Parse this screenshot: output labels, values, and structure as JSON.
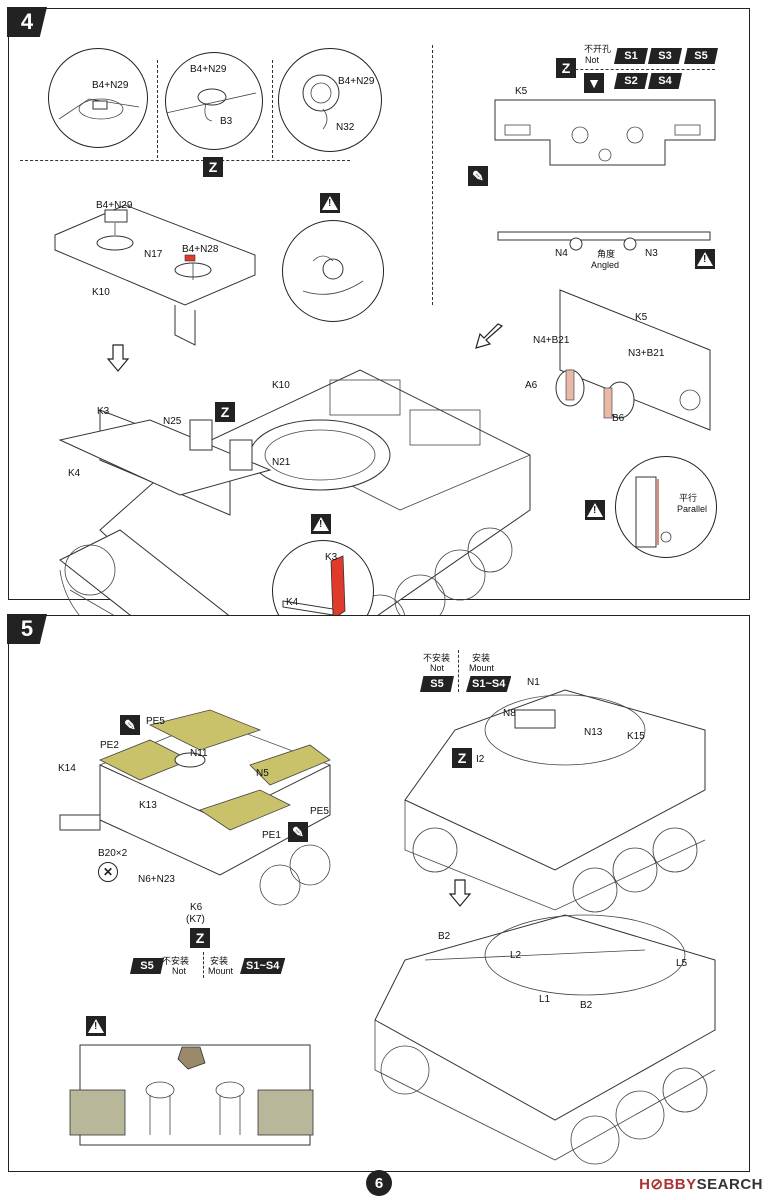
{
  "steps": [
    {
      "number": "4"
    },
    {
      "number": "5"
    }
  ],
  "page_number": "6",
  "watermark": {
    "brand": "H⊘BBY",
    "suffix": "SEARCH"
  },
  "step4": {
    "detail1_label": "B4+N29",
    "detail2_label": "B4+N29",
    "detail2_sub": "B3",
    "detail3_label": "B4+N29",
    "detail3_sub": "N32",
    "assy_labels": {
      "b4n29": "B4+N29",
      "n17": "N17",
      "b4n28": "B4+N28",
      "k10": "K10"
    },
    "main_labels": {
      "k10": "K10",
      "k3": "K3",
      "n25": "N25",
      "k4": "K4",
      "n21": "N21"
    },
    "zoom_labels": {
      "k3": "K3",
      "k4": "K4"
    },
    "variant": {
      "not_cn": "不开孔",
      "not_en": "Not",
      "badges_top": [
        "S1",
        "S3",
        "S5"
      ],
      "badges_bottom": [
        "S2",
        "S4"
      ]
    },
    "k5_label": "K5",
    "angle": {
      "cn": "角度",
      "en": "Angled",
      "n4": "N4",
      "n3": "N3"
    },
    "k5_assy": {
      "k5": "K5",
      "n4b21": "N4+B21",
      "n3b21": "N3+B21",
      "a6": "A6",
      "b6": "B6"
    },
    "parallel": {
      "cn": "平行",
      "en": "Parallel"
    }
  },
  "step5": {
    "left_labels": {
      "pe5a": "PE5",
      "pe2": "PE2",
      "n11": "N11",
      "k14": "K14",
      "n5": "N5",
      "k13": "K13",
      "pe5b": "PE5",
      "pe1": "PE1",
      "b20": "B20×2",
      "n6n23": "N6+N23",
      "k6": "K6",
      "k7": "(K7)"
    },
    "variant_left": {
      "s5": "S5",
      "not_cn": "不安装",
      "not_en": "Not",
      "mount_cn": "安装",
      "mount_en": "Mount",
      "s1s4": "S1~S4"
    },
    "variant_right": {
      "not_cn": "不安装",
      "not_en": "Not",
      "mount_cn": "安装",
      "mount_en": "Mount",
      "s5": "S5",
      "s1s4": "S1~S4"
    },
    "right_labels": {
      "n1": "N1",
      "n8": "N8",
      "n13": "N13",
      "k15": "K15",
      "i2": "I2",
      "b2a": "B2",
      "l2": "L2",
      "l1": "L1",
      "b2b": "B2",
      "l5": "L5"
    }
  },
  "colors": {
    "ink": "#222222",
    "photo_etch": "#c9c26a",
    "highlight": "#e03a2a",
    "watermark": "#aa3333"
  }
}
